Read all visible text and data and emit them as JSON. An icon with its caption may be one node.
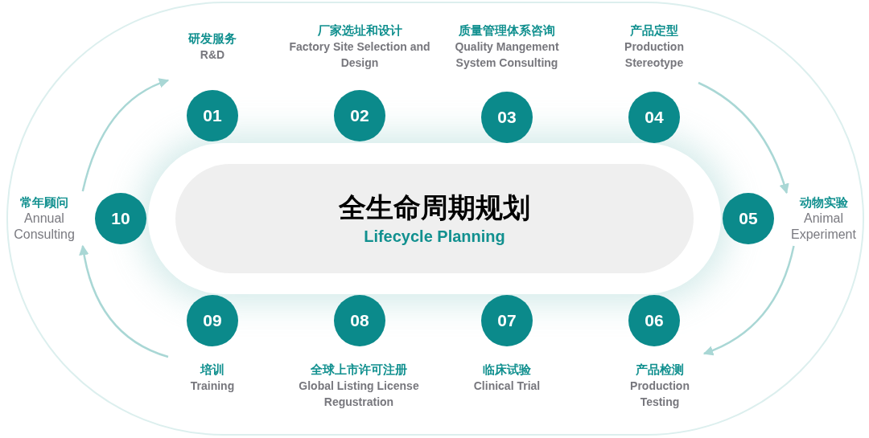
{
  "diagram": {
    "nodes": [
      {
        "text": [
          "全生命周期规划",
          "Lifecycle Planning"
        ]
      },
      {
        "text": [
          "01"
        ],
        "beside": [
          "研发服务",
          "R&D"
        ]
      },
      {
        "text": [
          "02"
        ],
        "beside": [
          "厂家选址和设计",
          "Factory Site Selection and Design"
        ]
      },
      {
        "text": [
          "03"
        ],
        "beside": [
          "质量管理体系咨询",
          "Quality Mangement System Consulting"
        ]
      },
      {
        "text": [
          "04"
        ],
        "beside": [
          "产品定型",
          "Production Stereotype"
        ]
      },
      {
        "text": [
          "05"
        ],
        "beside": [
          "动物实验",
          "Animal Experiment"
        ]
      },
      {
        "text": [
          "06"
        ],
        "beside": [
          "产品检测",
          "Production Testing"
        ]
      },
      {
        "text": [
          "07"
        ],
        "beside": [
          "临床试验",
          "Clinical Trial"
        ]
      },
      {
        "text": [
          "08"
        ],
        "beside": [
          "全球上市许可注册",
          "Global Listing License Regustration"
        ]
      },
      {
        "text": [
          "09"
        ],
        "beside": [
          "培训",
          "Training"
        ]
      },
      {
        "text": [
          "10"
        ],
        "beside": [
          "常年顾问",
          "Annual Consulting"
        ]
      }
    ],
    "edges": [
      {
        "from": 10,
        "to": 1,
        "arrow": "to"
      },
      {
        "from": 4,
        "to": 5,
        "arrow": "to"
      },
      {
        "from": 5,
        "to": 6,
        "arrow": "to"
      },
      {
        "from": 9,
        "to": 10,
        "arrow": "to"
      }
    ]
  }
}
